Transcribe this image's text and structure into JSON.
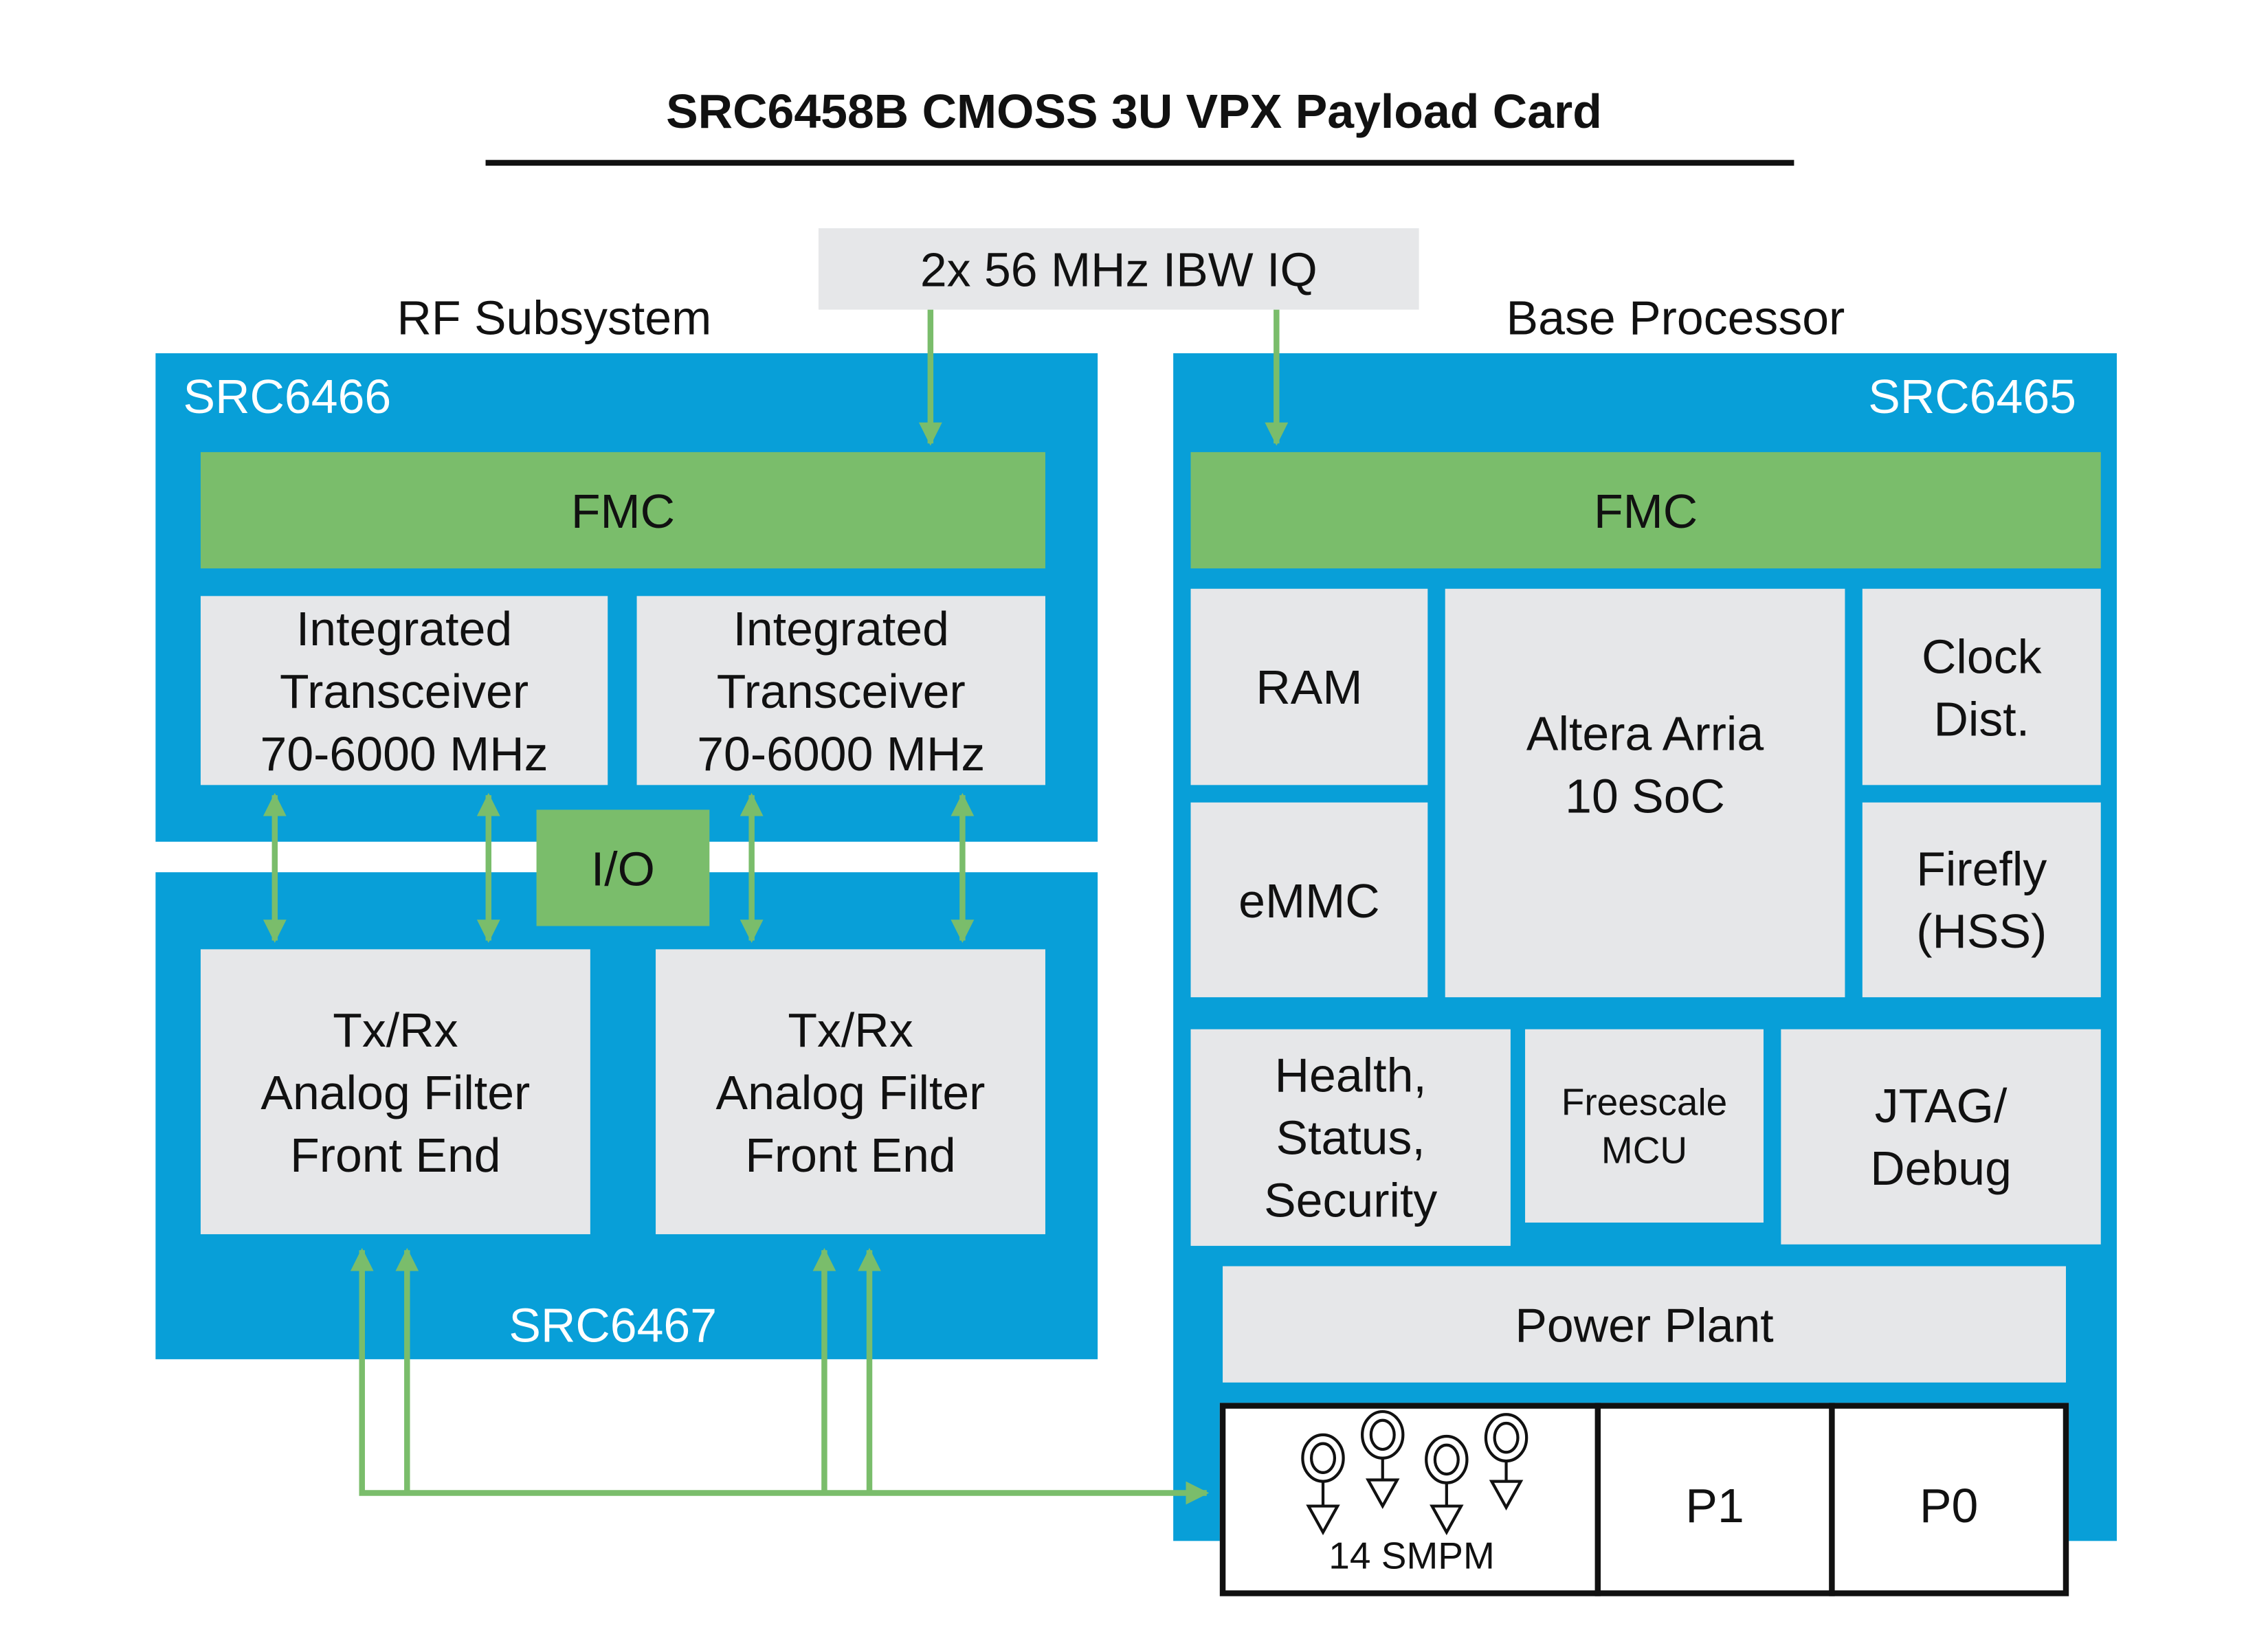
{
  "title": "SRC6458B CMOSS 3U VPX Payload Card",
  "colors": {
    "board_blue": "#089fd8",
    "fmc_green": "#7abd6b",
    "block_gray": "#e6e7e9"
  },
  "input_label": "2x 56 MHz IBW IQ",
  "rf_subsystem": {
    "heading": "RF Subsystem",
    "upper_board": "SRC6466",
    "lower_board": "SRC6467",
    "fmc": "FMC",
    "io": "I/O",
    "transceivers": [
      {
        "line1": "Integrated",
        "line2": "Transceiver",
        "line3": "70-6000 MHz"
      },
      {
        "line1": "Integrated",
        "line2": "Transceiver",
        "line3": "70-6000 MHz"
      }
    ],
    "filters": [
      {
        "line1": "Tx/Rx",
        "line2": "Analog Filter",
        "line3": "Front End"
      },
      {
        "line1": "Tx/Rx",
        "line2": "Analog Filter",
        "line3": "Front End"
      }
    ]
  },
  "base_processor": {
    "heading": "Base Processor",
    "board": "SRC6465",
    "fmc": "FMC",
    "ram": "RAM",
    "emmc": "eMMC",
    "soc": {
      "line1": "Altera Arria",
      "line2": "10 SoC"
    },
    "clock": {
      "line1": "Clock",
      "line2": "Dist."
    },
    "firefly": {
      "line1": "Firefly",
      "line2": "(HSS)"
    },
    "health": {
      "line1": "Health,",
      "line2": "Status,",
      "line3": "Security"
    },
    "mcu": {
      "line1": "Freescale",
      "line2": "MCU"
    },
    "jtag": {
      "line1": "JTAG/",
      "line2": "Debug"
    },
    "power": "Power Plant"
  },
  "connectors": {
    "smpm": "14 SMPM",
    "p1": "P1",
    "p0": "P0"
  }
}
